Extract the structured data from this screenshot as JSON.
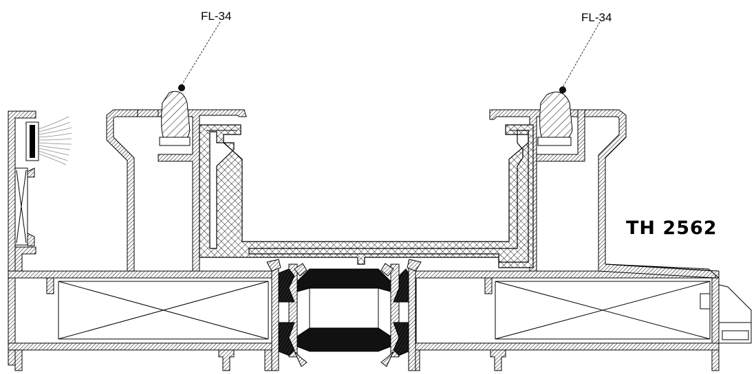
{
  "drawing": {
    "model_label": "TH 2562",
    "leaders": [
      {
        "label": "FL-34"
      },
      {
        "label": "FL-34"
      }
    ]
  },
  "colors": {
    "line": "#000000",
    "fill_profile": "#ffffff",
    "hatch": "#000000",
    "gasket": "#111111",
    "fiber": "#888888"
  }
}
